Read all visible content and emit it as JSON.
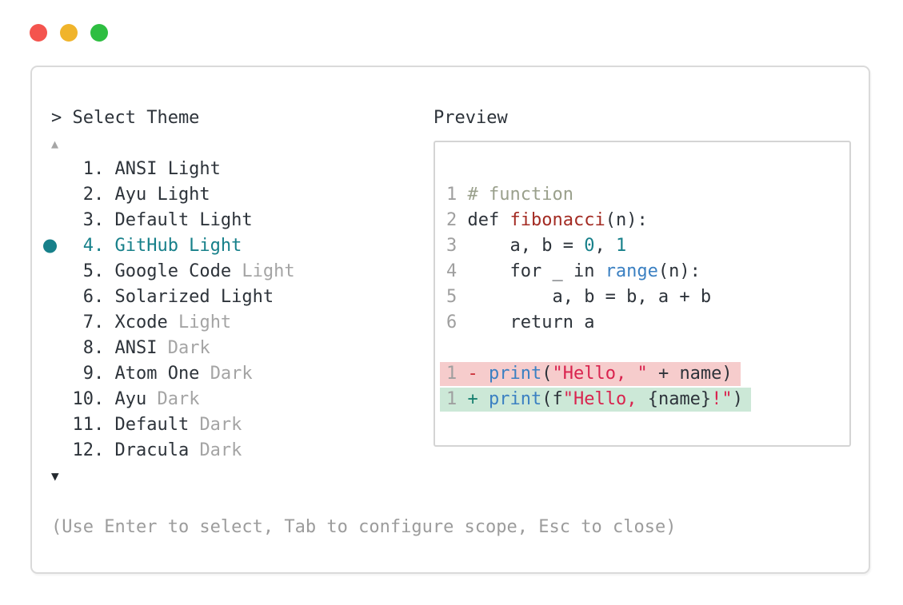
{
  "window": {
    "traffic_lights": [
      {
        "name": "close-button",
        "color": "#f4544e"
      },
      {
        "name": "minimize-button",
        "color": "#f0b42b"
      },
      {
        "name": "zoom-button",
        "color": "#2ebe41"
      }
    ]
  },
  "theme_picker": {
    "prompt": "> Select Theme",
    "scroll_up_indicator": "▲",
    "scroll_down_indicator": "▼",
    "items": [
      {
        "num": "1",
        "name": "ANSI Light",
        "muted": "",
        "selected": false
      },
      {
        "num": "2",
        "name": "Ayu Light",
        "muted": "",
        "selected": false
      },
      {
        "num": "3",
        "name": "Default Light",
        "muted": "",
        "selected": false
      },
      {
        "num": "4",
        "name": "GitHub Light",
        "muted": "",
        "selected": true
      },
      {
        "num": "5",
        "name": "Google Code",
        "muted": "Light",
        "selected": false
      },
      {
        "num": "6",
        "name": "Solarized Light",
        "muted": "",
        "selected": false
      },
      {
        "num": "7",
        "name": "Xcode",
        "muted": "Light",
        "selected": false
      },
      {
        "num": "8",
        "name": "ANSI",
        "muted": "Dark",
        "selected": false
      },
      {
        "num": "9",
        "name": "Atom One",
        "muted": "Dark",
        "selected": false
      },
      {
        "num": "10",
        "name": "Ayu",
        "muted": "Dark",
        "selected": false
      },
      {
        "num": "11",
        "name": "Default",
        "muted": "Dark",
        "selected": false
      },
      {
        "num": "12",
        "name": "Dracula",
        "muted": "Dark",
        "selected": false
      }
    ],
    "help": "(Use Enter to select, Tab to configure scope, Esc to close)"
  },
  "preview": {
    "title": "Preview",
    "code_lines": [
      {
        "tokens": [
          {
            "c": "num",
            "t": "1 "
          },
          {
            "c": "comment",
            "t": "# function"
          }
        ]
      },
      {
        "tokens": [
          {
            "c": "num",
            "t": "2 "
          },
          {
            "c": "dark",
            "t": "def "
          },
          {
            "c": "func",
            "t": "fibonacci"
          },
          {
            "c": "dark",
            "t": "(n):"
          }
        ]
      },
      {
        "tokens": [
          {
            "c": "num",
            "t": "3 "
          },
          {
            "c": "dark",
            "t": "    a, b = "
          },
          {
            "c": "teal",
            "t": "0"
          },
          {
            "c": "dark",
            "t": ", "
          },
          {
            "c": "teal",
            "t": "1"
          }
        ]
      },
      {
        "tokens": [
          {
            "c": "num",
            "t": "4 "
          },
          {
            "c": "dark",
            "t": "    for _ in "
          },
          {
            "c": "blue",
            "t": "range"
          },
          {
            "c": "dark",
            "t": "(n):"
          }
        ]
      },
      {
        "tokens": [
          {
            "c": "num",
            "t": "5 "
          },
          {
            "c": "dark",
            "t": "        a, b = b, a + b"
          }
        ]
      },
      {
        "tokens": [
          {
            "c": "num",
            "t": "6 "
          },
          {
            "c": "dark",
            "t": "    return a"
          }
        ]
      },
      {
        "blank": true
      },
      {
        "bg": "removed",
        "tokens": [
          {
            "c": "num",
            "t": "1 "
          },
          {
            "c": "minus",
            "t": "- "
          },
          {
            "c": "blue",
            "t": "print"
          },
          {
            "c": "dark",
            "t": "("
          },
          {
            "c": "string",
            "t": "\"Hello, \""
          },
          {
            "c": "dark",
            "t": " + name)"
          }
        ]
      },
      {
        "bg": "added",
        "tokens": [
          {
            "c": "num",
            "t": "1 "
          },
          {
            "c": "plus",
            "t": "+ "
          },
          {
            "c": "blue",
            "t": "print"
          },
          {
            "c": "dark",
            "t": "(f"
          },
          {
            "c": "string",
            "t": "\"Hello, "
          },
          {
            "c": "dark",
            "t": "{name}"
          },
          {
            "c": "string",
            "t": "!\""
          },
          {
            "c": "dark",
            "t": ")"
          }
        ]
      }
    ]
  },
  "colors": {
    "accent_teal": "#17808a",
    "text_dark": "#2d333a",
    "text_muted": "#a4a4a4",
    "comment": "#9aa08c",
    "function_red": "#a32b23",
    "string_red": "#d9234e",
    "keyword_blue": "#3b80c2",
    "diff_removed_bg": "#f6cccc",
    "diff_added_bg": "#cce8d7",
    "border": "#dadada"
  }
}
